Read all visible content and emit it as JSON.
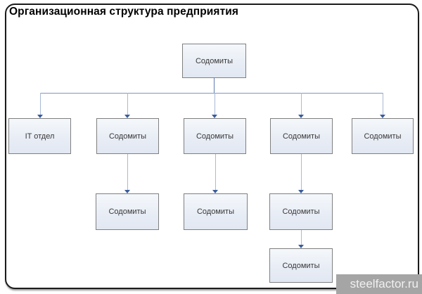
{
  "title": "Организационная структура предприятия",
  "watermark": "steelfactor.ru",
  "org": {
    "root": {
      "label": "Содомиты"
    },
    "level2": [
      {
        "label": "IT отдел"
      },
      {
        "label": "Содомиты"
      },
      {
        "label": "Содомиты"
      },
      {
        "label": "Содомиты"
      },
      {
        "label": "Содомиты"
      }
    ],
    "level3": [
      {
        "label": "Содомиты"
      },
      {
        "label": "Содомиты"
      },
      {
        "label": "Содомиты"
      }
    ],
    "level4": [
      {
        "label": "Содомиты"
      }
    ]
  },
  "colors": {
    "box_fill": "#e9eef6",
    "box_border": "#7f7f7f",
    "connector_line": "#7e96c0",
    "arrowhead": "#3a5c9c",
    "title_text": "#000000",
    "watermark_bg": "#a5a5a5",
    "watermark_text": "#f0f0f0"
  }
}
